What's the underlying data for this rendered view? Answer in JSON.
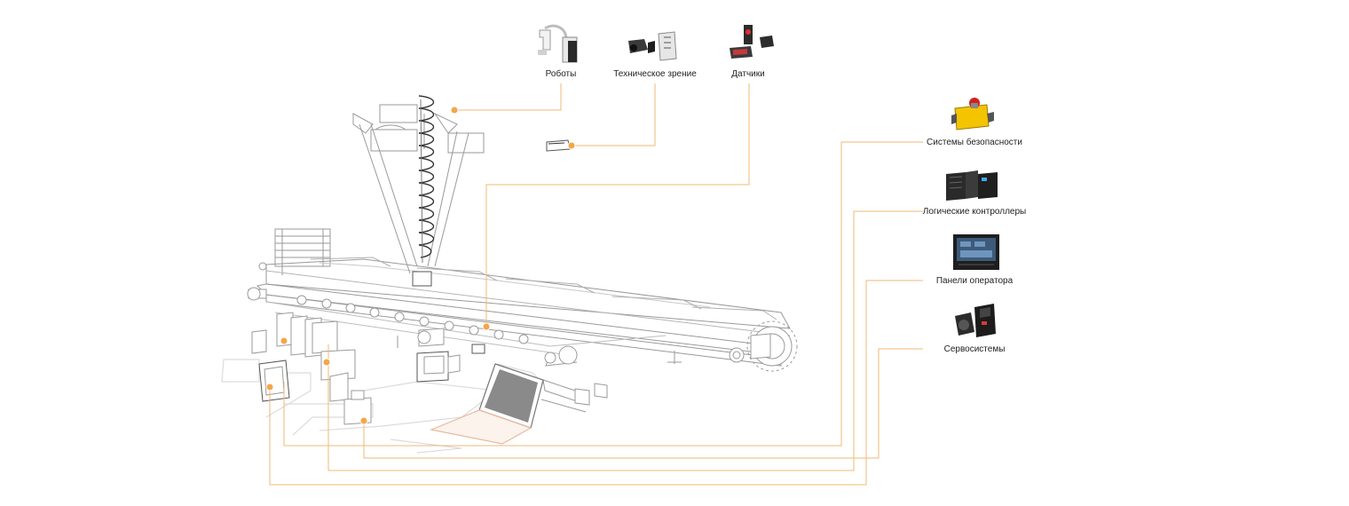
{
  "colors": {
    "connector": "#f2b975",
    "dot": "#f4a64a",
    "line_art": "#9a9a9a",
    "line_art_dark": "#555555",
    "text": "#222222"
  },
  "top_products": [
    {
      "id": "robots",
      "label": "Роботы",
      "icon": "robot-arm-icon"
    },
    {
      "id": "vision",
      "label": "Техническое зрение",
      "icon": "camera-vision-icon"
    },
    {
      "id": "sensors",
      "label": "Датчики",
      "icon": "sensor-icon"
    }
  ],
  "right_products": [
    {
      "id": "safety",
      "label": "Системы безопасности",
      "icon": "safety-switch-icon"
    },
    {
      "id": "plc",
      "label": "Логические контроллеры",
      "icon": "plc-controller-icon"
    },
    {
      "id": "hmi",
      "label": "Панели оператора",
      "icon": "operator-panel-icon"
    },
    {
      "id": "servo",
      "label": "Сервосистемы",
      "icon": "servo-motor-icon"
    }
  ]
}
